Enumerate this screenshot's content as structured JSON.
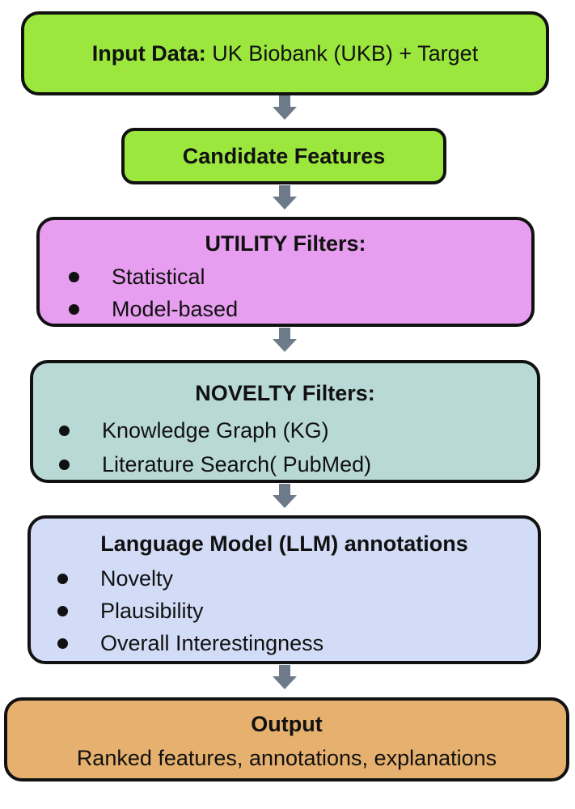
{
  "input_box": {
    "label": "Input Data:",
    "text": "UK Biobank (UKB) + Target"
  },
  "candidate_box": {
    "title": "Candidate Features"
  },
  "utility_box": {
    "title": "UTILITY Filters:",
    "items": [
      "Statistical",
      "Model-based"
    ]
  },
  "novelty_box": {
    "title": "NOVELTY Filters:",
    "items": [
      "Knowledge Graph (KG)",
      "Literature Search( PubMed)"
    ]
  },
  "llm_box": {
    "title": "Language Model (LLM) annotations",
    "items": [
      "Novelty",
      "Plausibility",
      "Overall Interestingness"
    ]
  },
  "output_box": {
    "title": "Output",
    "text": "Ranked features, annotations, explanations"
  },
  "colors": {
    "input": "#9be73e",
    "utility": "#e89ef0",
    "novelty": "#b9d9d7",
    "llm": "#d2dcf6",
    "output": "#e6b06e",
    "arrow": "#6d7a8a"
  }
}
